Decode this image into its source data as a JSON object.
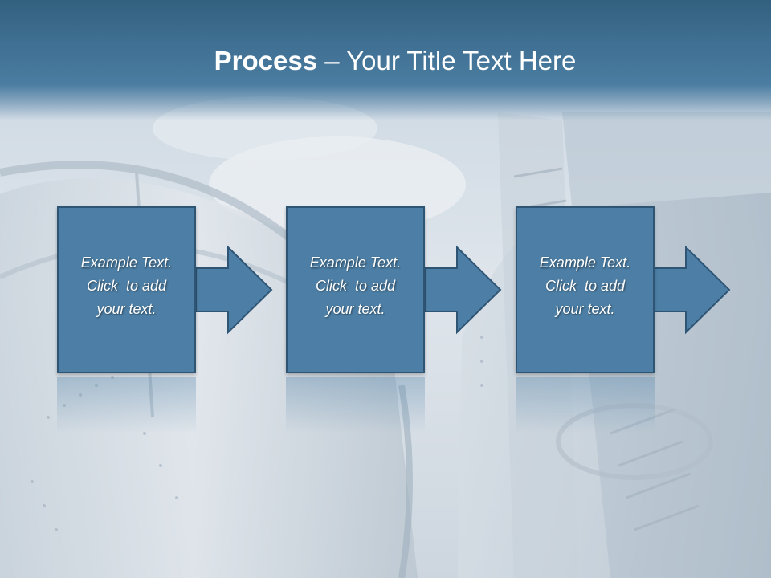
{
  "slide": {
    "title_bold": "Process",
    "title_rest": " – Your Title Text Here",
    "steps": [
      {
        "lines": [
          "Example Text.",
          "Click  to add",
          "your text."
        ]
      },
      {
        "lines": [
          "Example Text.",
          "Click  to add",
          "your text."
        ]
      },
      {
        "lines": [
          "Example Text.",
          "Click  to add",
          "your text."
        ]
      }
    ]
  },
  "colors": {
    "title_bar": "#3f6f92",
    "box_fill": "#4d7fa6",
    "box_border": "#2f5575",
    "text": "#ffffff"
  }
}
